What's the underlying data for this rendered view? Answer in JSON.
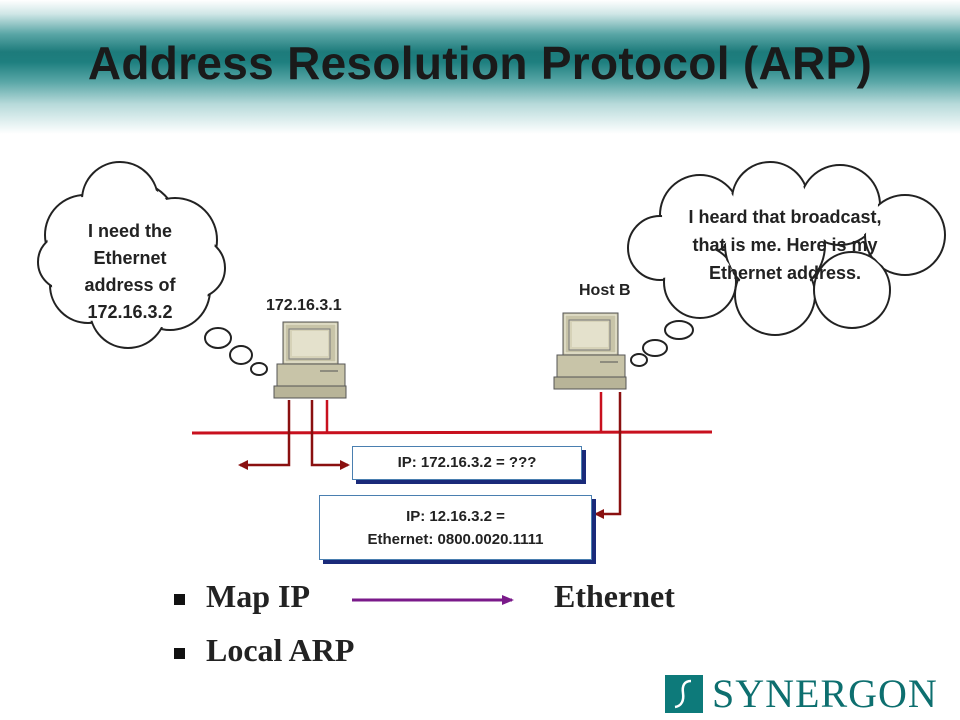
{
  "title": "Address Resolution Protocol (ARP)",
  "host_a": {
    "ip_label": "172.16.3.1"
  },
  "host_b": {
    "label": "Host B"
  },
  "clouds": {
    "left": {
      "lines": [
        "I need the",
        "Ethernet",
        "address of",
        "172.16.3.2"
      ]
    },
    "right": {
      "lines": [
        "I heard that broadcast,",
        "that is me. Here is my",
        "Ethernet address."
      ]
    }
  },
  "packets": {
    "request": {
      "text": "IP: 172.16.3.2 = ???"
    },
    "reply": {
      "line1": "IP: 12.16.3.2 =",
      "line2": "Ethernet: 0800.0020.1111"
    }
  },
  "bullets": [
    {
      "left": "Map IP",
      "right": "Ethernet"
    },
    {
      "left": "Local ARP"
    }
  ],
  "logo": {
    "text": "SYNERGON",
    "icon": "s-slash-icon"
  },
  "colors": {
    "header_teal": "#1e7f7f",
    "network_red": "#c8101e",
    "arrow_dark_red": "#8a1010",
    "map_arrow_purple": "#7a1a8a",
    "packet_shadow": "#1a2a7a"
  }
}
